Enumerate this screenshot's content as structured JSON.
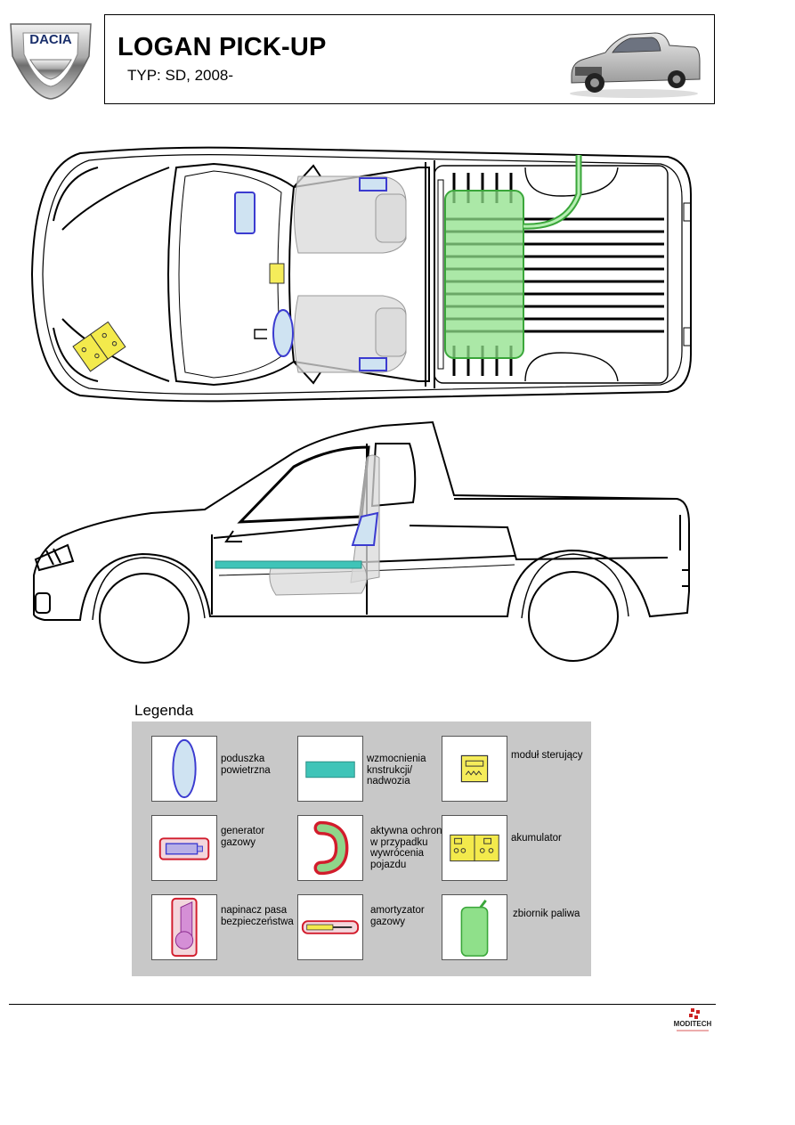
{
  "header": {
    "brand_logo_text": "DACIA",
    "model_title": "LOGAN PICK-UP",
    "type_line": "TYP: SD, 2008-"
  },
  "legend": {
    "title": "Legenda",
    "items": [
      {
        "icon": "airbag-icon",
        "label": "poduszka powietrzna"
      },
      {
        "icon": "reinforcement-icon",
        "label": "wzmocnienia knstrukcji/ nadwozia"
      },
      {
        "icon": "control-module-icon",
        "label": "moduł sterujący"
      },
      {
        "icon": "gas-generator-icon",
        "label": "generator gazowy"
      },
      {
        "icon": "rollover-protection-icon",
        "label": "aktywna ochrona w przypadku wywrócenia pojazdu"
      },
      {
        "icon": "battery-icon",
        "label": "akumulator"
      },
      {
        "icon": "seatbelt-tensioner-icon",
        "label": "napinacz pasa bezpieczeństwa"
      },
      {
        "icon": "gas-damper-icon",
        "label": "amortyzator gazowy"
      },
      {
        "icon": "fuel-tank-icon",
        "label": "zbiornik paliwa"
      }
    ]
  },
  "footer": {
    "brand_text": "MODITECH"
  },
  "colors": {
    "airbag_fill": "#cfe3f2",
    "airbag_stroke": "#3b3bd0",
    "reinforcement": "#3fc4b8",
    "control_module": "#f5ec5a",
    "battery": "#f3ea4c",
    "fuel_tank": "#8fe08a",
    "red_outline": "#d21c2c",
    "legend_bg": "#c8c8c8"
  }
}
